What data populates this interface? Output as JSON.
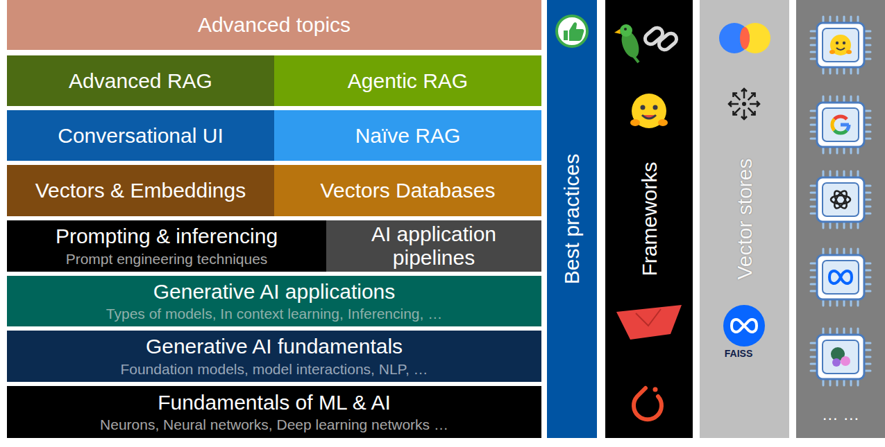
{
  "diagram": {
    "nodes": [
      {
        "text": [
          "Advanced topics"
        ]
      },
      {
        "text": [
          "Advanced RAG"
        ]
      },
      {
        "text": [
          "Agentic RAG"
        ]
      },
      {
        "text": [
          "Conversational UI"
        ]
      },
      {
        "text": [
          "Naïve RAG"
        ]
      },
      {
        "text": [
          "Vectors & Embeddings"
        ]
      },
      {
        "text": [
          "Vectors Databases"
        ]
      },
      {
        "text": [
          "Prompting & inferencing",
          "Prompt engineering techniques"
        ]
      },
      {
        "text": [
          "AI application pipelines"
        ]
      },
      {
        "text": [
          "Generative AI applications",
          "Types of models, In context learning, Inferencing, …"
        ]
      },
      {
        "text": [
          "Generative AI fundamentals",
          "Foundation models, model interactions, NLP, …"
        ]
      },
      {
        "text": [
          "Fundamentals of ML & AI",
          "Neurons, Neural networks, Deep learning networks …"
        ]
      },
      {
        "text": [
          "Best practices"
        ]
      },
      {
        "text": [
          "Frameworks"
        ]
      },
      {
        "text": [
          "Vector stores"
        ]
      }
    ],
    "labels": [
      "FAISS",
      "… …"
    ]
  }
}
